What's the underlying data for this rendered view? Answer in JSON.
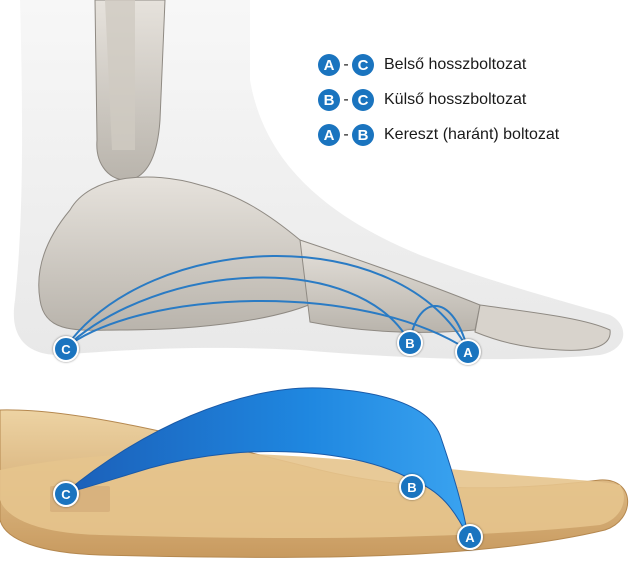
{
  "colors": {
    "point_a": "#1a74bf",
    "point_b": "#1a74bf",
    "point_c": "#1a74bf",
    "arch_line": "#2a7bc4",
    "insole_arch": "#1f7ddb",
    "insole_surface": "#e4c28f"
  },
  "legend": [
    {
      "from": "A",
      "to": "C",
      "label": "Belső hosszboltozat"
    },
    {
      "from": "B",
      "to": "C",
      "label": "Külső hosszboltozat"
    },
    {
      "from": "A",
      "to": "B",
      "label": "Kereszt (haránt) boltozat"
    }
  ],
  "legend_dash": "-",
  "foot_points": {
    "a": "A",
    "b": "B",
    "c": "C"
  },
  "insole_points": {
    "a": "A",
    "b": "B",
    "c": "C"
  }
}
